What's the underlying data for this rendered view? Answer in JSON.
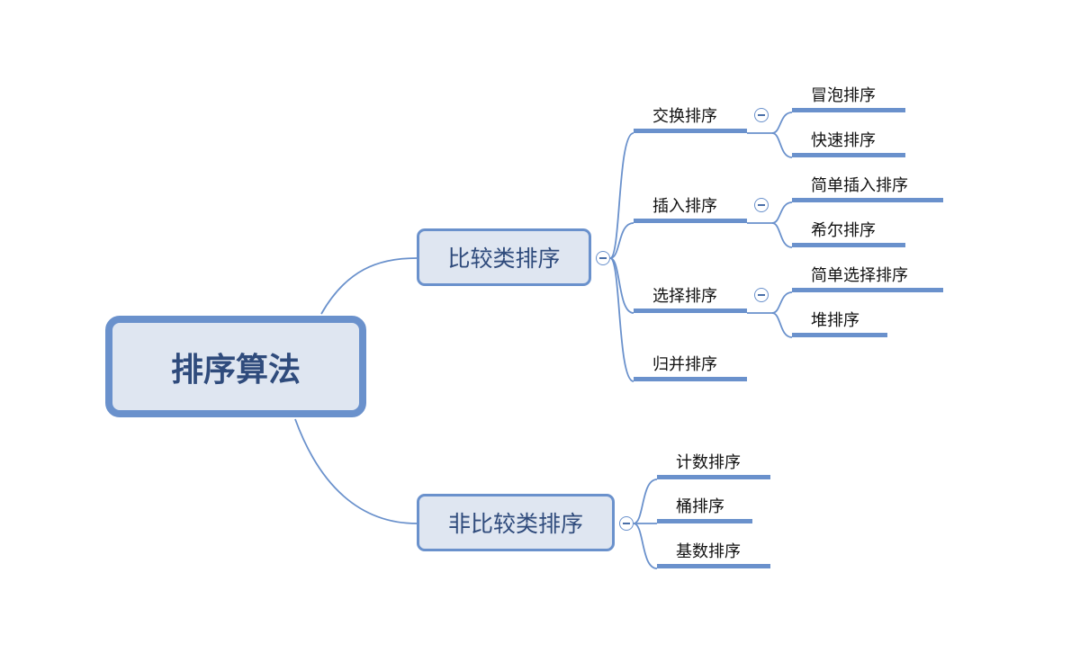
{
  "root": {
    "label": "排序算法"
  },
  "main": [
    {
      "label": "比较类排序",
      "children": [
        {
          "label": "交换排序",
          "children": [
            "冒泡排序",
            "快速排序"
          ]
        },
        {
          "label": "插入排序",
          "children": [
            "简单插入排序",
            "希尔排序"
          ]
        },
        {
          "label": "选择排序",
          "children": [
            "简单选择排序",
            "堆排序"
          ]
        },
        {
          "label": "归并排序"
        }
      ]
    },
    {
      "label": "非比较类排序",
      "children": [
        {
          "label": "计数排序"
        },
        {
          "label": "桶排序"
        },
        {
          "label": "基数排序"
        }
      ]
    }
  ],
  "colors": {
    "accent": "#6a91cc",
    "fill": "#dfe6f1",
    "text": "#2f4b7c"
  },
  "icons": {
    "collapse": "minus-circle-icon"
  }
}
